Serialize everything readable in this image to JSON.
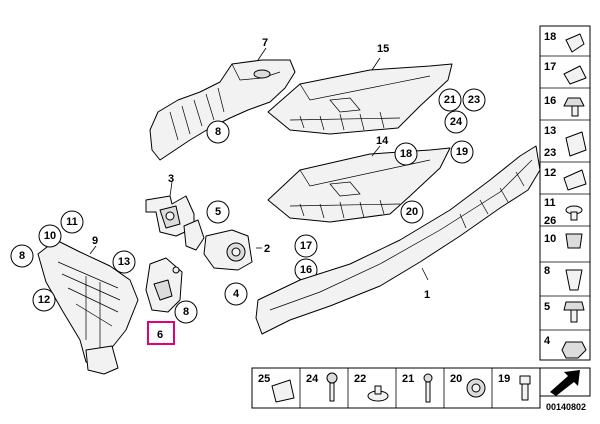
{
  "callouts": {
    "c8_top": "8",
    "c21": "21",
    "c23": "23",
    "c24": "24",
    "c18": "18",
    "c19": "19",
    "c20": "20",
    "c17": "17",
    "c16": "16",
    "c11": "11",
    "c10": "10",
    "c8_left": "8",
    "c13": "13",
    "c12": "12",
    "c5": "5",
    "c4": "4",
    "c8_mid": "8"
  },
  "labels": {
    "l7": "7",
    "l15": "15",
    "l14": "14",
    "l3": "3",
    "l9": "9",
    "l2": "2",
    "l1": "1",
    "l6": "6"
  },
  "side_panel": [
    "18",
    "17",
    "16",
    "13",
    "23",
    "12",
    "11",
    "26",
    "10",
    "8",
    "5",
    "4"
  ],
  "bottom_panel": [
    "25",
    "24",
    "22",
    "21",
    "20",
    "19"
  ],
  "diagram_id": "00140802",
  "colors": {
    "highlight": "#e0007a"
  }
}
